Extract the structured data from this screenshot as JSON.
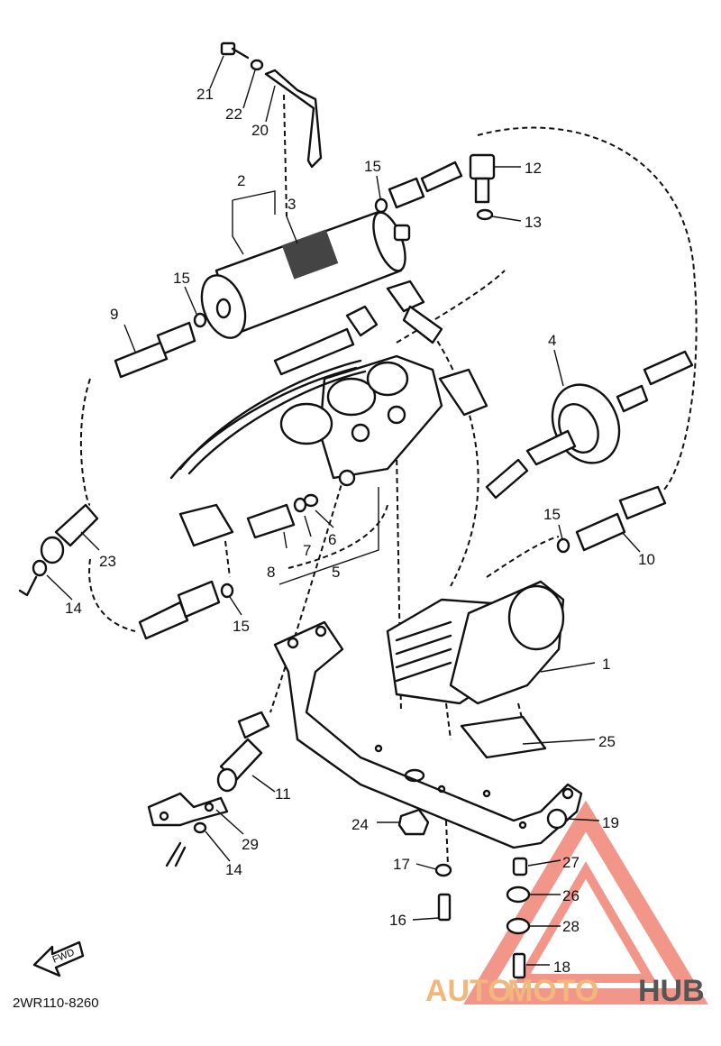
{
  "callouts": {
    "c1": "1",
    "c2": "2",
    "c3": "3",
    "c4": "4",
    "c5": "5",
    "c6": "6",
    "c7": "7",
    "c8": "8",
    "c9": "9",
    "c10": "10",
    "c11": "11",
    "c12": "12",
    "c13": "13",
    "c14a": "14",
    "c14b": "14",
    "c15a": "15",
    "c15b": "15",
    "c15c": "15",
    "c15d": "15",
    "c16": "16",
    "c17": "17",
    "c18": "18",
    "c19": "19",
    "c20": "20",
    "c21": "21",
    "c22": "22",
    "c23": "23",
    "c24": "24",
    "c25": "25",
    "c26": "26",
    "c27": "27",
    "c28": "28",
    "c29": "29"
  },
  "diagram_code": "2WR110-8260",
  "front_arrow": "FWD",
  "watermark": {
    "text_auto": "AUTO",
    "text_moto": "MOTO",
    "text_hub": "HUB",
    "logo_color": "#e8422c",
    "accent_color": "#f2b77a"
  }
}
